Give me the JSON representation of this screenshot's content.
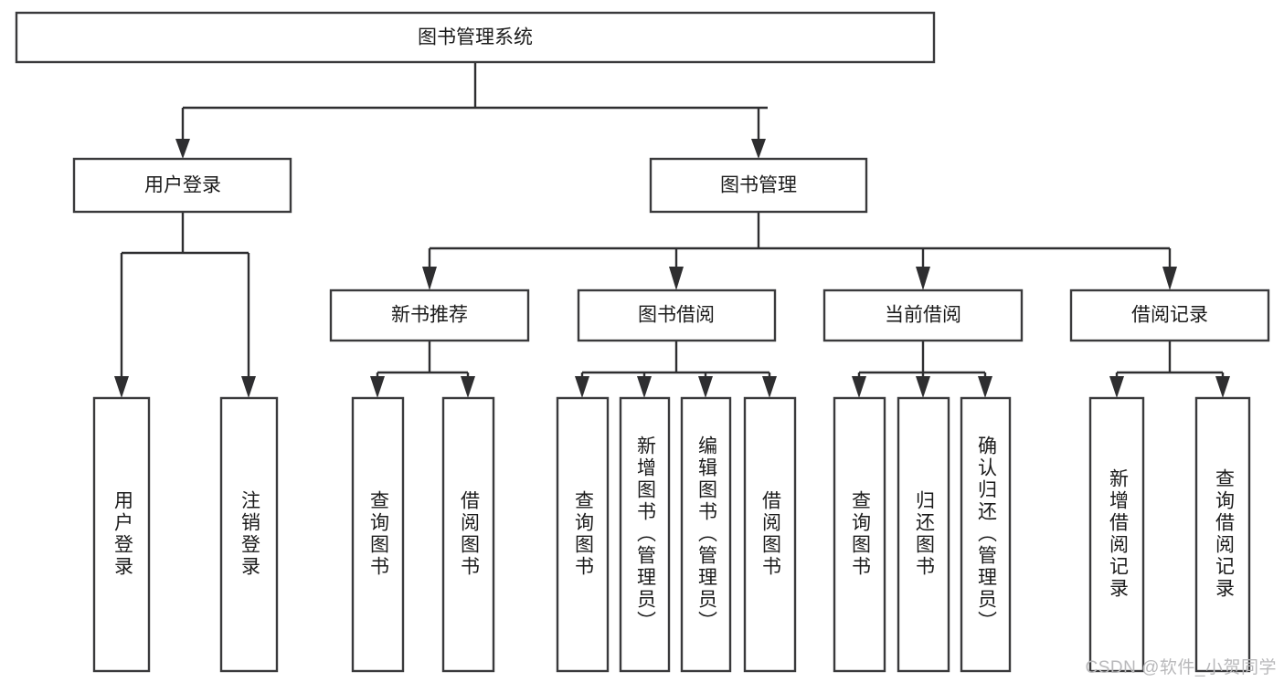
{
  "diagram": {
    "type": "tree-hierarchy",
    "title": "图书管理系统",
    "background_color": "#ffffff",
    "box_stroke_color": "#3a3a3c",
    "box_fill_color": "#ffffff",
    "connector_color": "#2e2e30",
    "text_color": "#1b1b1b",
    "levels": [
      {
        "level": 1,
        "nodes": [
          {
            "id": "root",
            "label": "图书管理系统",
            "orientation": "horizontal"
          }
        ]
      },
      {
        "level": 2,
        "nodes": [
          {
            "id": "user-login",
            "label": "用户登录",
            "orientation": "horizontal",
            "parent": "root"
          },
          {
            "id": "book-manage",
            "label": "图书管理",
            "orientation": "horizontal",
            "parent": "root"
          }
        ]
      },
      {
        "level": 3,
        "nodes": [
          {
            "id": "new-book-recommend",
            "label": "新书推荐",
            "orientation": "horizontal",
            "parent": "book-manage"
          },
          {
            "id": "book-borrow",
            "label": "图书借阅",
            "orientation": "horizontal",
            "parent": "book-manage"
          },
          {
            "id": "current-borrow",
            "label": "当前借阅",
            "orientation": "horizontal",
            "parent": "book-manage"
          },
          {
            "id": "borrow-record",
            "label": "借阅记录",
            "orientation": "horizontal",
            "parent": "book-manage"
          }
        ]
      },
      {
        "level": 4,
        "nodes": [
          {
            "id": "leaf-user-login",
            "label": "用户登录",
            "orientation": "vertical",
            "parent": "user-login"
          },
          {
            "id": "leaf-logout",
            "label": "注销登录",
            "orientation": "vertical",
            "parent": "user-login"
          },
          {
            "id": "leaf-query-book-1",
            "label": "查询图书",
            "orientation": "vertical",
            "parent": "new-book-recommend"
          },
          {
            "id": "leaf-borrow-book-1",
            "label": "借阅图书",
            "orientation": "vertical",
            "parent": "new-book-recommend"
          },
          {
            "id": "leaf-query-book-2",
            "label": "查询图书",
            "orientation": "vertical",
            "parent": "book-borrow"
          },
          {
            "id": "leaf-add-book",
            "label": "新增图书（管理员）",
            "orientation": "vertical",
            "parent": "book-borrow"
          },
          {
            "id": "leaf-edit-book",
            "label": "编辑图书（管理员）",
            "orientation": "vertical",
            "parent": "book-borrow"
          },
          {
            "id": "leaf-borrow-book-2",
            "label": "借阅图书",
            "orientation": "vertical",
            "parent": "book-borrow"
          },
          {
            "id": "leaf-query-book-3",
            "label": "查询图书",
            "orientation": "vertical",
            "parent": "current-borrow"
          },
          {
            "id": "leaf-return-book",
            "label": "归还图书",
            "orientation": "vertical",
            "parent": "current-borrow"
          },
          {
            "id": "leaf-confirm-return",
            "label": "确认归还（管理员）",
            "orientation": "vertical",
            "parent": "current-borrow"
          },
          {
            "id": "leaf-add-record",
            "label": "新增借阅记录",
            "orientation": "vertical",
            "parent": "borrow-record"
          },
          {
            "id": "leaf-query-record",
            "label": "查询借阅记录",
            "orientation": "vertical",
            "parent": "borrow-record"
          }
        ]
      }
    ]
  },
  "watermark": {
    "text": "CSDN @软件_小贺同学"
  }
}
